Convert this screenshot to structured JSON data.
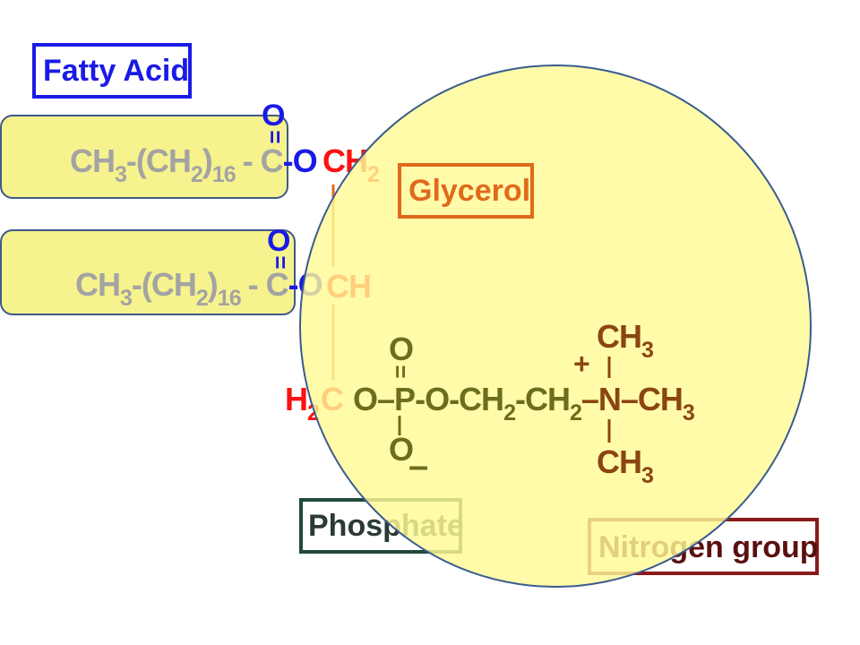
{
  "labels": {
    "fatty_acid": "Fatty Acid",
    "glycerol": "Glycerol",
    "phosphate": "Phosphate",
    "nitrogen_group": "Nitrogen group"
  },
  "chain1": {
    "ch3": "CH",
    "ch3_sub": "3",
    "open": "-(CH",
    "ch2_sub": "2",
    "close": ")",
    "count_sub": "16",
    "dash_c": "- C",
    "dash_o": "-O",
    "o_top": "O",
    "dbl": "=",
    "glycerol_atom": "CH",
    "glycerol_sub": "2"
  },
  "chain2": {
    "ch3": "CH",
    "ch3_sub": "3",
    "open": "-(CH",
    "ch2_sub": "2",
    "close": ")",
    "count_sub": "16",
    "dash_c": "- C",
    "dash_o": "-O",
    "o_top": "O",
    "dbl": "=",
    "glycerol_atom": "CH"
  },
  "phosphate_row": {
    "h2": "H",
    "h2_sub": "2",
    "c": "C",
    "o_left": "O",
    "p": "P",
    "o_right": "O-CH",
    "sub1": "2",
    "mid": "-CH",
    "sub2": "2",
    "n": "N",
    "ch3_right": "CH",
    "ch3_right_sub": "3",
    "o_top": "O",
    "dbl": "=",
    "o_bottom": "O",
    "minus": "–",
    "ch3_top": "CH",
    "ch3_top_sub": "3",
    "plus": "+",
    "ch3_bottom": "CH",
    "ch3_bottom_sub": "3"
  },
  "colors": {
    "fatty_acid_box": "#1a1ae6",
    "glycerol_box": "#e06a1c",
    "phosphate_box": "#1f4a3a",
    "nitrogen_box": "#8b1a1a",
    "highlight": "#f6f28e",
    "circle_fill": "#fffa96",
    "outline": "#3a5c8f"
  }
}
